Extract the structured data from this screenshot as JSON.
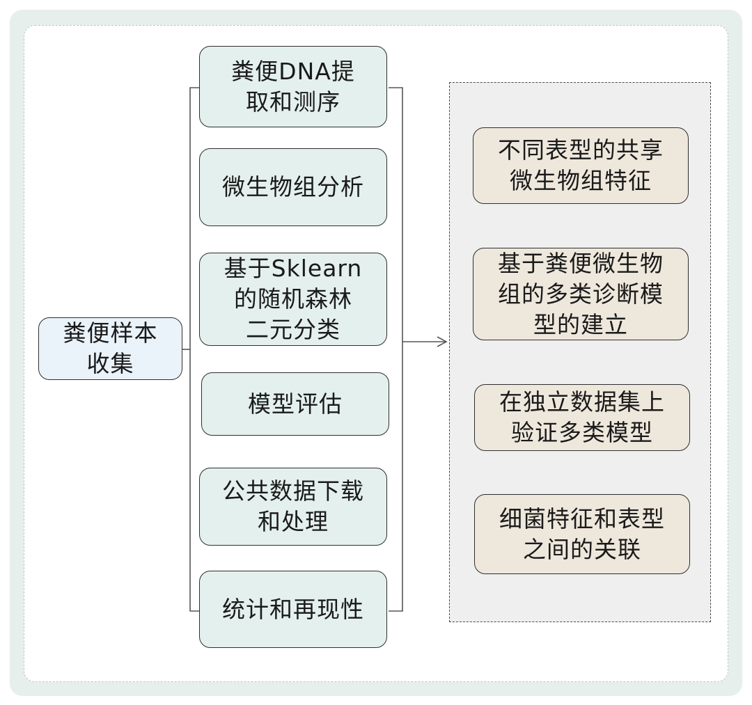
{
  "diagram": {
    "start": {
      "label": "粪便样本\n收集"
    },
    "steps": [
      {
        "label": "粪便DNA提\n取和测序"
      },
      {
        "label": "微生物组分析"
      },
      {
        "label": "基于Sklearn\n的随机森林\n二元分类"
      },
      {
        "label": "模型评估"
      },
      {
        "label": "公共数据下载\n和处理"
      },
      {
        "label": "统计和再现性"
      }
    ],
    "outcomes": [
      {
        "label": "不同表型的共享\n微生物组特征"
      },
      {
        "label": "基于粪便微生物\n组的多类诊断模\n型的建立"
      },
      {
        "label": "在独立数据集上\n验证多类模型"
      },
      {
        "label": "细菌特征和表型\n之间的关联"
      }
    ]
  }
}
